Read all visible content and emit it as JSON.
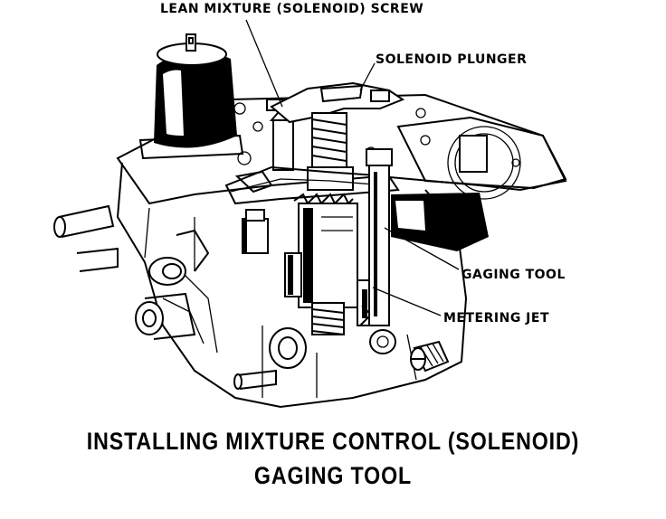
{
  "callouts": {
    "lean_mixture_screw": "LEAN MIXTURE (SOLENOID) SCREW",
    "solenoid_plunger": "SOLENOID PLUNGER",
    "gaging_tool": "GAGING TOOL",
    "metering_jet": "METERING JET"
  },
  "caption": {
    "line1": "INSTALLING MIXTURE CONTROL (SOLENOID)",
    "line2": "GAGING TOOL"
  },
  "colors": {
    "ink": "#000000",
    "paper": "#ffffff"
  }
}
